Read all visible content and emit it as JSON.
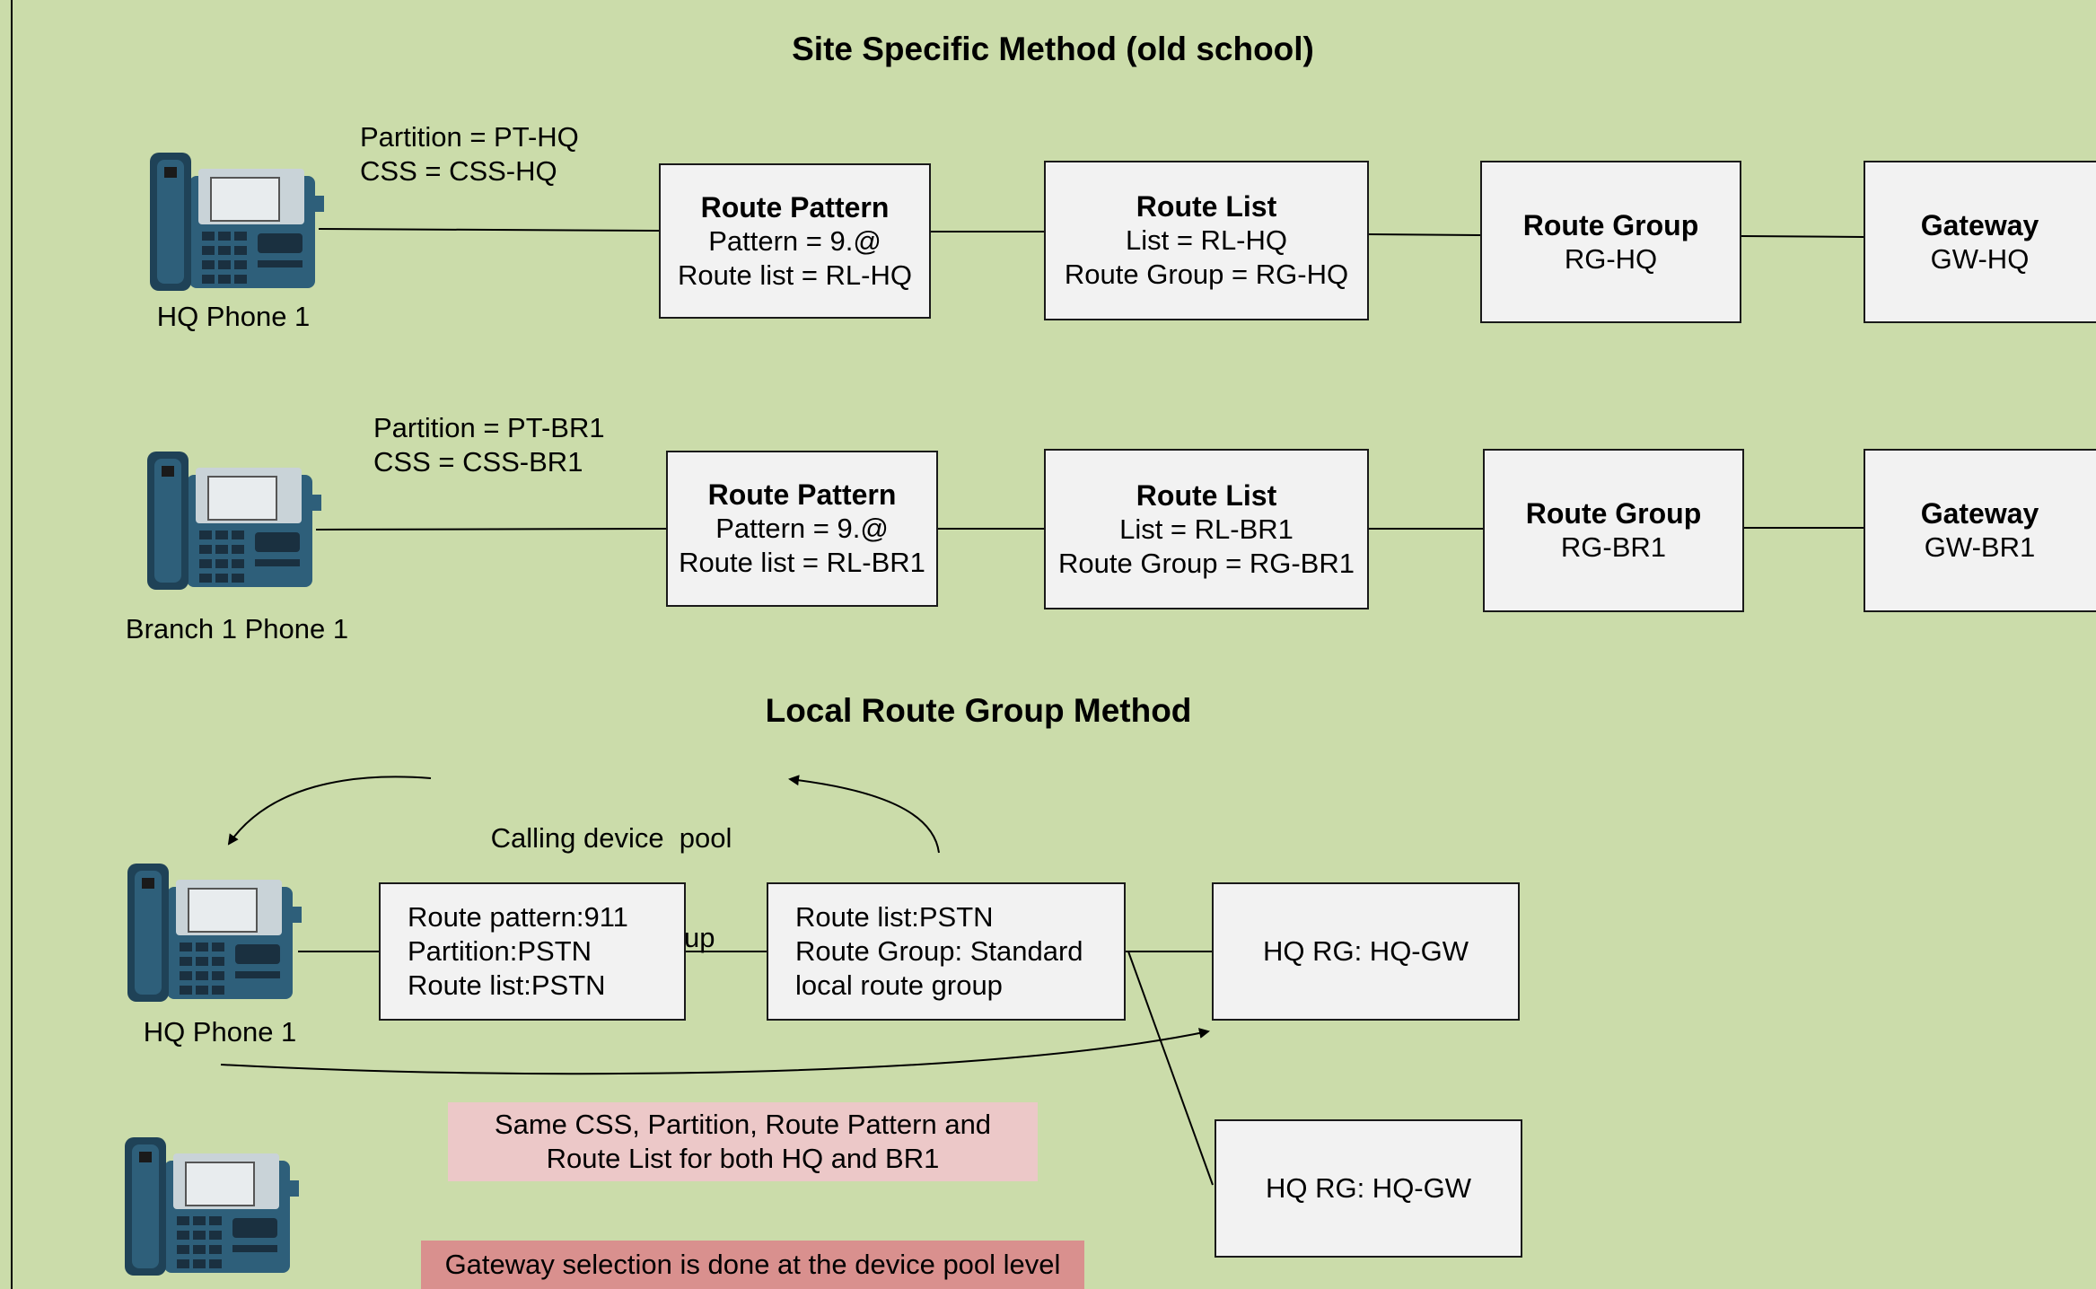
{
  "headings": {
    "site_specific": "Site Specific Method (old school)",
    "lrg": "Local Route Group Method"
  },
  "row_hq": {
    "partition": "Partition = PT-HQ",
    "css": "CSS = CSS-HQ",
    "phone_label": "HQ Phone 1",
    "route_pattern": {
      "title": "Route Pattern",
      "line1": "Pattern = 9.@",
      "line2": "Route list = RL-HQ"
    },
    "route_list": {
      "title": "Route List",
      "line1": "List = RL-HQ",
      "line2": "Route Group = RG-HQ"
    },
    "route_group": {
      "title": "Route Group",
      "line1": "RG-HQ"
    },
    "gateway": {
      "title": "Gateway",
      "line1": "GW-HQ"
    }
  },
  "row_br1": {
    "partition": "Partition = PT-BR1",
    "css": "CSS = CSS-BR1",
    "phone_label": "Branch 1 Phone 1",
    "route_pattern": {
      "title": "Route Pattern",
      "line1": "Pattern = 9.@",
      "line2": "Route list = RL-BR1"
    },
    "route_list": {
      "title": "Route List",
      "line1": "List = RL-BR1",
      "line2": "Route Group = RG-BR1"
    },
    "route_group": {
      "title": "Route Group",
      "line1": "RG-BR1"
    },
    "gateway": {
      "title": "Gateway",
      "line1": "GW-BR1"
    }
  },
  "lrg": {
    "calling_note_1": "Calling device  pool",
    "calling_note_2": "local route group",
    "phone_label": "HQ Phone 1",
    "route_pattern": {
      "line1": "Route pattern:911",
      "line2": "Partition:PSTN",
      "line3": "Route list:PSTN"
    },
    "route_list": {
      "line1": "Route list:PSTN",
      "line2": "Route Group: Standard",
      "line3": "local route group"
    },
    "rg_box_1": "HQ RG: HQ-GW",
    "rg_box_2": "HQ RG: HQ-GW",
    "pink_note_1": "Same CSS, Partition, Route Pattern and",
    "pink_note_2": "Route List for both HQ and BR1",
    "red_note": "Gateway selection is done at the device pool level"
  },
  "colors": {
    "background": "#cbdcaa",
    "box_fill": "#f2f2f2",
    "pink_note": "#ecc8c8",
    "red_note": "#d9908e",
    "phone_body": "#2e5f7a"
  },
  "icons": [
    "ip-phone-icon"
  ]
}
